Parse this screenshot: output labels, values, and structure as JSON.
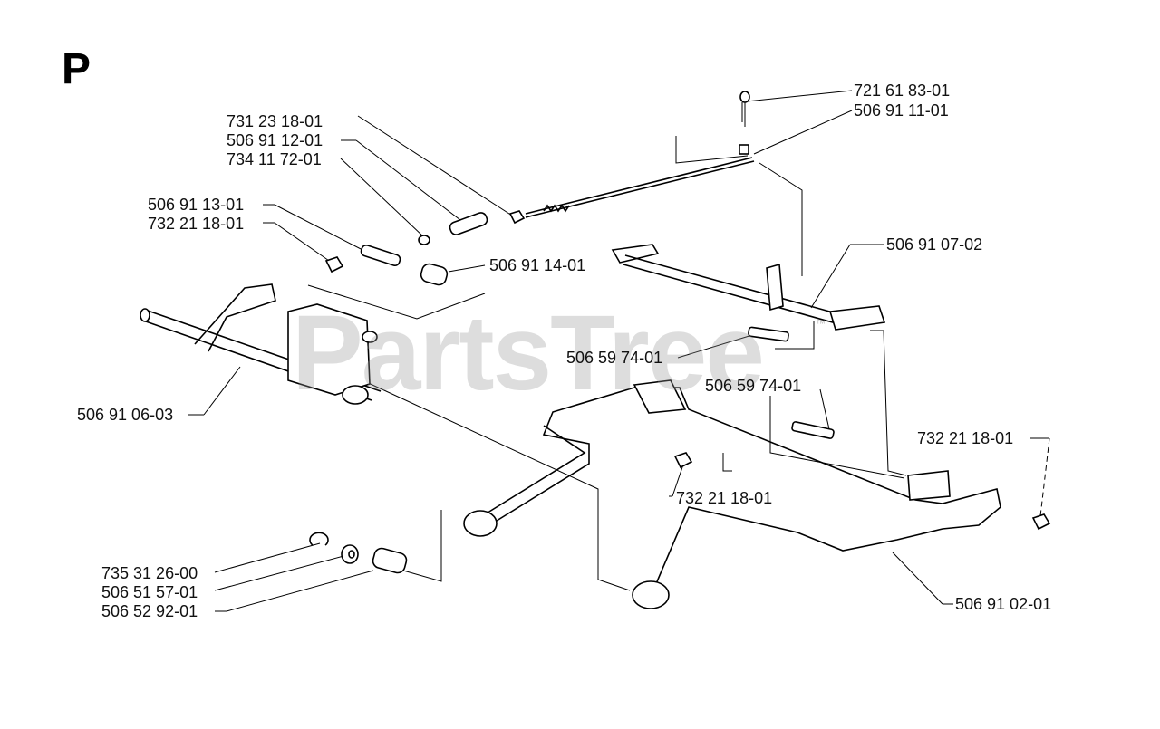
{
  "section_letter": "P",
  "watermark": "PartsTree",
  "watermark_tm": "™",
  "labels": {
    "p721618301": "721 61 83-01",
    "p506911101": "506 91 11-01",
    "p731231801": "731 23 18-01",
    "p506911201": "506 91 12-01",
    "p734117201": "734 11 72-01",
    "p506911301": "506 91 13-01",
    "p732211801_a": "732 21 18-01",
    "p506911401": "506 91 14-01",
    "p506910702": "506 91 07-02",
    "p506597401_a": "506 59 74-01",
    "p506597401_b": "506 59 74-01",
    "p506910603": "506 91 06-03",
    "p732211801_b": "732 21 18-01",
    "p732211801_c": "732 21 18-01",
    "p735312600": "735 31 26-00",
    "p506515701": "506 51 57-01",
    "p506529201": "506 52 92-01",
    "p506910201": "506 91 02-01"
  }
}
